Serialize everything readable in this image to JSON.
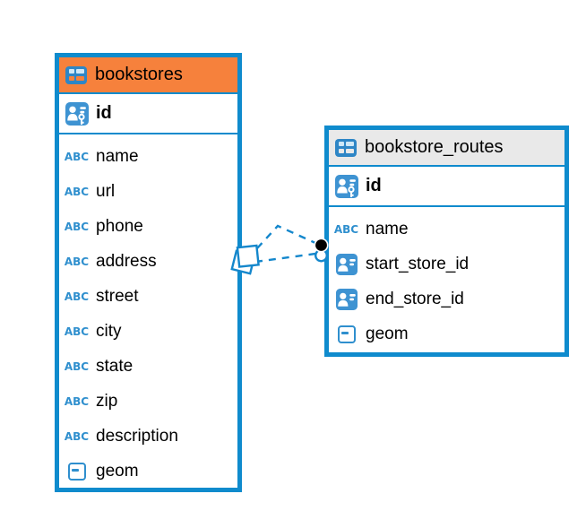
{
  "diagram": {
    "tables": [
      {
        "name": "bookstores",
        "header_color": "#f6813c",
        "primary_key": {
          "name": "id",
          "type": "primary-key"
        },
        "columns": [
          {
            "name": "name",
            "type": "text"
          },
          {
            "name": "url",
            "type": "text"
          },
          {
            "name": "phone",
            "type": "text"
          },
          {
            "name": "address",
            "type": "text"
          },
          {
            "name": "street",
            "type": "text"
          },
          {
            "name": "city",
            "type": "text"
          },
          {
            "name": "state",
            "type": "text"
          },
          {
            "name": "zip",
            "type": "text"
          },
          {
            "name": "description",
            "type": "text"
          },
          {
            "name": "geom",
            "type": "geometry"
          }
        ]
      },
      {
        "name": "bookstore_routes",
        "header_color": "#e9e9e9",
        "primary_key": {
          "name": "id",
          "type": "primary-key"
        },
        "columns": [
          {
            "name": "name",
            "type": "text"
          },
          {
            "name": "start_store_id",
            "type": "reference"
          },
          {
            "name": "end_store_id",
            "type": "reference"
          },
          {
            "name": "geom",
            "type": "geometry"
          }
        ]
      }
    ],
    "icons": {
      "text_type_glyph": "ABC"
    },
    "relation": {
      "from_table": "bookstores",
      "to_table": "bookstore_routes",
      "line_style": "dashed",
      "color": "#1487cc",
      "target_dot_color": "#000000"
    },
    "colors": {
      "table_border": "#0f8bcd",
      "orange_header": "#f6813c",
      "gray_header": "#e9e9e9",
      "icon_blue": "#2f8fce",
      "icon_fill_blue": "#3e93d2",
      "text": "#000000",
      "background": "#ffffff"
    }
  }
}
